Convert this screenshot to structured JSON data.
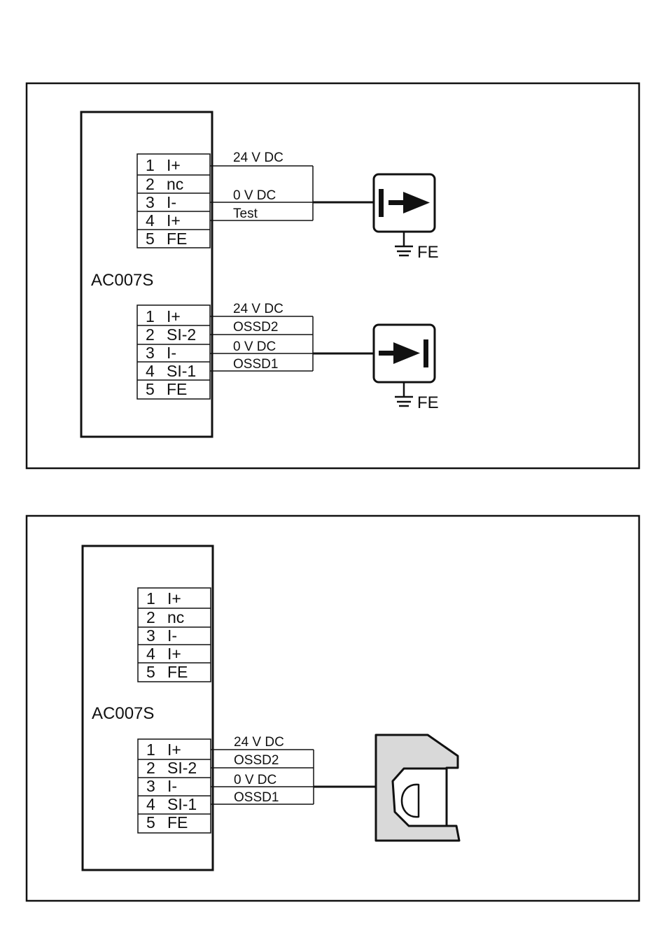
{
  "diagram1": {
    "device": "AC007S",
    "connectorA": {
      "pins": [
        {
          "num": "1",
          "name": "I+"
        },
        {
          "num": "2",
          "name": "nc"
        },
        {
          "num": "3",
          "name": "I-"
        },
        {
          "num": "4",
          "name": "I+"
        },
        {
          "num": "5",
          "name": "FE"
        }
      ],
      "wires": [
        "24 V DC",
        "0 V DC",
        "Test"
      ]
    },
    "connectorB": {
      "pins": [
        {
          "num": "1",
          "name": "I+"
        },
        {
          "num": "2",
          "name": "SI-2"
        },
        {
          "num": "3",
          "name": "I-"
        },
        {
          "num": "4",
          "name": "SI-1"
        },
        {
          "num": "5",
          "name": "FE"
        }
      ],
      "wires": [
        "24 V DC",
        "OSSD2",
        "0 V DC",
        "OSSD1"
      ]
    },
    "transmitter_ground": "FE",
    "receiver_ground": "FE"
  },
  "diagram2": {
    "device": "AC007S",
    "connectorA": {
      "pins": [
        {
          "num": "1",
          "name": "I+"
        },
        {
          "num": "2",
          "name": "nc"
        },
        {
          "num": "3",
          "name": "I-"
        },
        {
          "num": "4",
          "name": "I+"
        },
        {
          "num": "5",
          "name": "FE"
        }
      ]
    },
    "connectorB": {
      "pins": [
        {
          "num": "1",
          "name": "I+"
        },
        {
          "num": "2",
          "name": "SI-2"
        },
        {
          "num": "3",
          "name": "I-"
        },
        {
          "num": "4",
          "name": "SI-1"
        },
        {
          "num": "5",
          "name": "FE"
        }
      ],
      "wires": [
        "24 V DC",
        "OSSD2",
        "0 V DC",
        "OSSD1"
      ]
    }
  },
  "icons": {
    "transmitter": "light-curtain-transmitter-icon",
    "receiver": "light-curtain-receiver-icon",
    "sensor": "safety-sensor-icon",
    "ground": "ground-icon"
  },
  "colors": {
    "line": "#111111",
    "sensor_fill": "#d9d9d9"
  }
}
